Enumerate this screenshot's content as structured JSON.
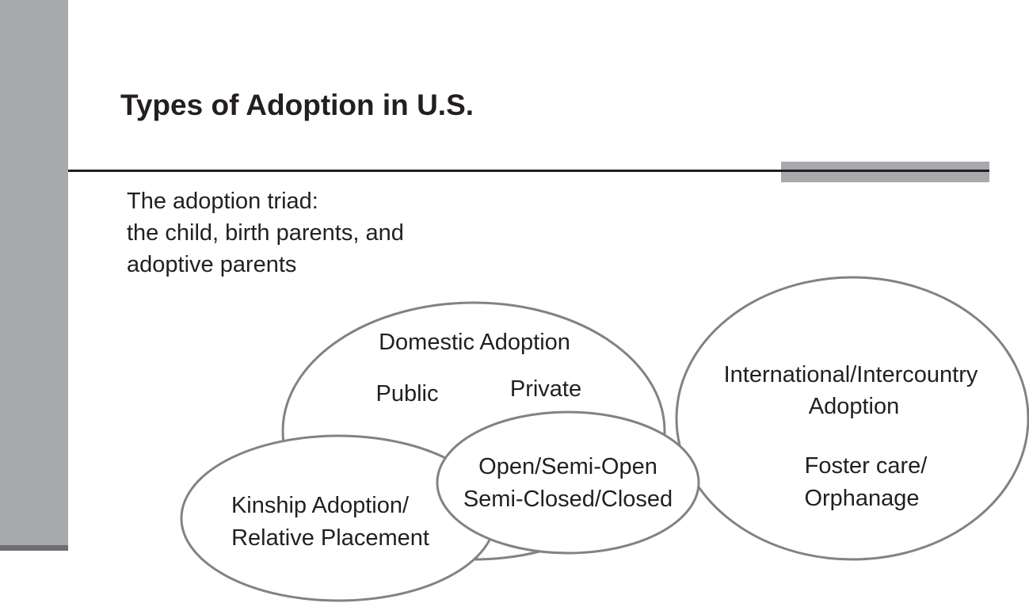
{
  "slide": {
    "title": "Types of Adoption in U.S.",
    "triad_lines": [
      "The adoption triad:",
      "the child, birth parents, and",
      "adoptive parents"
    ]
  },
  "diagram": {
    "domestic": {
      "title": "Domestic Adoption",
      "public": "Public",
      "private": "Private"
    },
    "kinship": {
      "line1": "Kinship Adoption/",
      "line2": "Relative Placement"
    },
    "openness": {
      "line1": "Open/Semi-Open",
      "line2": "Semi-Closed/Closed"
    },
    "international": {
      "line1": "International/Intercountry",
      "line2": "Adoption",
      "line3": "Foster care/",
      "line4": "Orphanage"
    }
  }
}
